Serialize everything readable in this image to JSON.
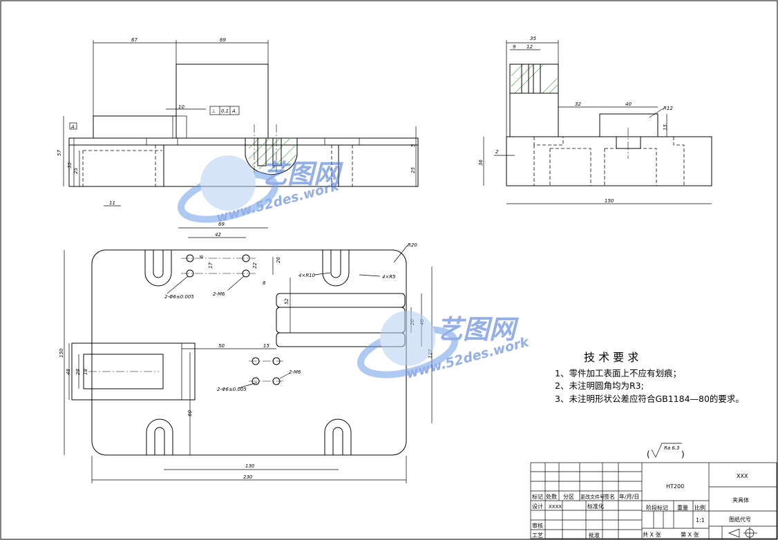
{
  "drawing": {
    "top_view_dims": {
      "d67": "67",
      "d69": "69",
      "d10": "10",
      "d57": "57",
      "d35": "35",
      "d25": "25",
      "d5": "5",
      "d25b": "25",
      "d11": "11"
    },
    "gdt": {
      "symbol": "⊥",
      "tol": "0.1",
      "datum": "A"
    },
    "datum_flag": "A",
    "side_view_dims": {
      "d35": "35",
      "d9": "9",
      "d12": "12",
      "d32": "32",
      "d40": "40",
      "r12": "R12",
      "d15": "15",
      "d36": "36",
      "d2": "2",
      "d150": "150"
    },
    "plan_view_dims": {
      "d69": "69",
      "d42": "42",
      "d6": "6",
      "d17": "17",
      "d22": "22",
      "d26": "26",
      "d8": "8",
      "r20": "R20",
      "r10": "4×R10",
      "r5": "4×R5",
      "m6a": "2-M6",
      "hole_a": "2-Φ6±0.005",
      "d52": "52",
      "d20": "20",
      "d40": "40",
      "d127": "127",
      "d150": "150",
      "d50": "50",
      "d15": "15",
      "m6b": "2-M6",
      "hole_b": "2-Φ6±0.005",
      "d48": "48",
      "d28": "28",
      "d18": "18",
      "d60": "60",
      "d130": "130",
      "d230": "230"
    }
  },
  "tech_requirements": {
    "title": "技 术 要 求",
    "items": [
      "1、零件加工表面上不应有划痕；",
      "2、未注明圆角均为R3;",
      "3、未注明形状公差应符合GB1184—80的要求。"
    ]
  },
  "roughness": {
    "value": "Ra 6.3"
  },
  "title_block": {
    "material": "HT200",
    "company": "XXX",
    "part_name": "夹具体",
    "drawing_no_label": "图纸代号",
    "labels": {
      "mark": "标记",
      "count": "处数",
      "zone": "分区",
      "doc_no": "更改文件号",
      "sign": "签名",
      "date": "年/月/日",
      "design": "设计",
      "designer": "XXXX",
      "standard": "标准化",
      "stage": "阶段标记",
      "weight": "重量",
      "scale_label": "比例",
      "scale": "1:1",
      "review": "审核",
      "process": "工艺",
      "approve": "批准",
      "sheets": "共  X  张",
      "sheet": "第  X  张"
    }
  },
  "watermark": {
    "brand": "艺图网",
    "url": "www.52des.work"
  }
}
